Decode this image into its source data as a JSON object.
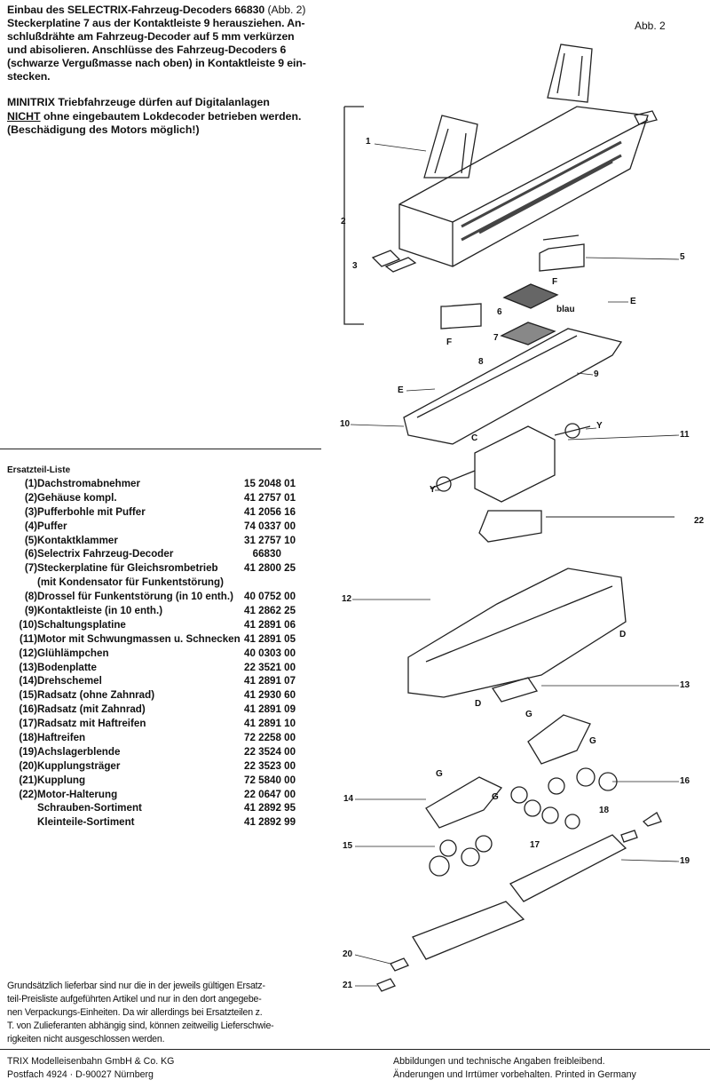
{
  "intro": {
    "title_bold": "Einbau des SELECTRIX-Fahrzeug-Decoders 66830",
    "title_ref": "(Abb. 2)",
    "lines": [
      "Steckerplatine 7 aus der Kontaktleiste 9 herausziehen. An-",
      "schlußdrähte am Fahrzeug-Decoder auf 5 mm verkürzen",
      "und abisolieren. Anschlüsse des Fahrzeug-Decoders 6",
      "(schwarze Vergußmasse nach oben) in Kontaktleiste 9 ein-",
      "stecken."
    ]
  },
  "warning": {
    "line1": "MINITRIX Triebfahrzeuge dürfen auf Digitalanlagen",
    "nicht": "NICHT",
    "line2_rest": " ohne eingebautem Lokdecoder betrieben werden.",
    "line3": "(Beschädigung des Motors möglich!)"
  },
  "parts": {
    "heading": "Ersatzteil-Liste",
    "rows": [
      {
        "num": "(1)",
        "name": "Dachstromabnehmer",
        "pn": "15 2048 01"
      },
      {
        "num": "(2)",
        "name": "Gehäuse kompl.",
        "pn": "41 2757 01"
      },
      {
        "num": "(3)",
        "name": "Pufferbohle mit Puffer",
        "pn": "41 2056 16"
      },
      {
        "num": "(4)",
        "name": "Puffer",
        "pn": "74 0337 00"
      },
      {
        "num": "(5)",
        "name": "Kontaktklammer",
        "pn": "31 2757 10"
      },
      {
        "num": "(6)",
        "name": "Selectrix Fahrzeug-Decoder",
        "pn": "   66830"
      },
      {
        "num": "(7)",
        "name": "Steckerplatine für Gleichsrombetrieb",
        "pn": "41 2800 25"
      },
      {
        "num": "",
        "name": "(mit Kondensator für Funkentstörung)",
        "pn": ""
      },
      {
        "num": "(8)",
        "name": "Drossel für Funkentstörung (in 10 enth.)",
        "pn": "40 0752 00"
      },
      {
        "num": "(9)",
        "name": "Kontaktleiste (in 10 enth.)",
        "pn": "41 2862 25"
      },
      {
        "num": "(10)",
        "name": "Schaltungsplatine",
        "pn": "41 2891 06"
      },
      {
        "num": "(11)",
        "name": "Motor mit Schwungmassen u. Schnecken",
        "pn": "41 2891 05"
      },
      {
        "num": "(12)",
        "name": "Glühlämpchen",
        "pn": "40 0303 00"
      },
      {
        "num": "(13)",
        "name": "Bodenplatte",
        "pn": "22 3521 00"
      },
      {
        "num": "(14)",
        "name": "Drehschemel",
        "pn": "41 2891 07"
      },
      {
        "num": "(15)",
        "name": "Radsatz (ohne Zahnrad)",
        "pn": "41 2930 60"
      },
      {
        "num": "(16)",
        "name": "Radsatz (mit Zahnrad)",
        "pn": "41 2891 09"
      },
      {
        "num": "(17)",
        "name": "Radsatz mit Haftreifen",
        "pn": "41 2891 10"
      },
      {
        "num": "(18)",
        "name": "Haftreifen",
        "pn": "72 2258 00"
      },
      {
        "num": "(19)",
        "name": "Achslagerblende",
        "pn": "22 3524 00"
      },
      {
        "num": "(20)",
        "name": "Kupplungsträger",
        "pn": "22 3523 00"
      },
      {
        "num": "(21)",
        "name": "Kupplung",
        "pn": "72 5840 00"
      },
      {
        "num": "(22)",
        "name": "Motor-Halterung",
        "pn": "22 0647 00"
      },
      {
        "num": "",
        "name": "Schrauben-Sortiment",
        "pn": "41 2892 95"
      },
      {
        "num": "",
        "name": "Kleinteile-Sortiment",
        "pn": "41 2892 99"
      }
    ]
  },
  "footnote": [
    "Grundsätzlich lieferbar sind nur die in der jeweils gültigen Ersatz-",
    "teil-Preisliste aufgeführten Artikel und nur in den dort angegebe-",
    "nen Verpackungs-Einheiten. Da wir allerdings bei Ersatzteilen z.",
    "T. von Zulieferanten abhängig sind, können zeitweilig Lieferschwie-",
    "rigkeiten nicht ausgeschlossen werden."
  ],
  "address": [
    "TRIX Modelleisenbahn GmbH & Co. KG",
    "Postfach 4924 · D-90027 Nürnberg"
  ],
  "disclaimer": [
    "Abbildungen und technische Angaben freibleibend.",
    "Änderungen und Irrtümer vorbehalten. Printed in Germany"
  ],
  "figure": {
    "caption": "Abb. 2",
    "labels": [
      "1",
      "2",
      "3",
      "5",
      "6",
      "blau",
      "7",
      "E",
      "F",
      "F",
      "8",
      "9",
      "E",
      "10",
      "C",
      "Y",
      "11",
      "Y",
      "22",
      "12",
      "D",
      "13",
      "D",
      "G",
      "G",
      "G",
      "G",
      "14",
      "16",
      "18",
      "17",
      "15",
      "19",
      "20",
      "21"
    ]
  }
}
